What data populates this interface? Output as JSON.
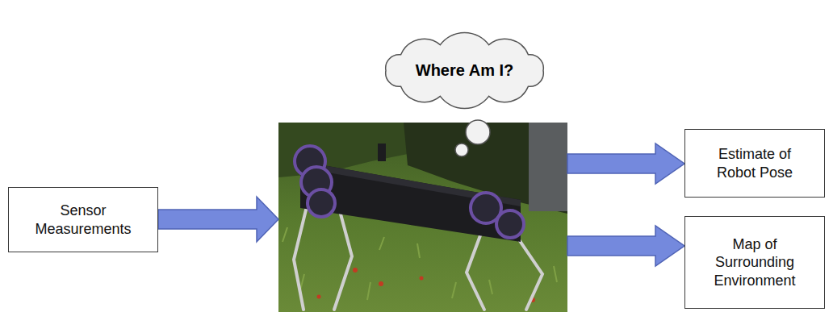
{
  "diagram": {
    "nodes": [
      {
        "text": [
          "Sensor Measurements"
        ]
      },
      {
        "text": [
          "Where Am I?"
        ]
      },
      {
        "text": [
          "Estimate of Robot Pose"
        ]
      },
      {
        "text": [
          "Map of Surrounding Environment"
        ]
      }
    ]
  }
}
